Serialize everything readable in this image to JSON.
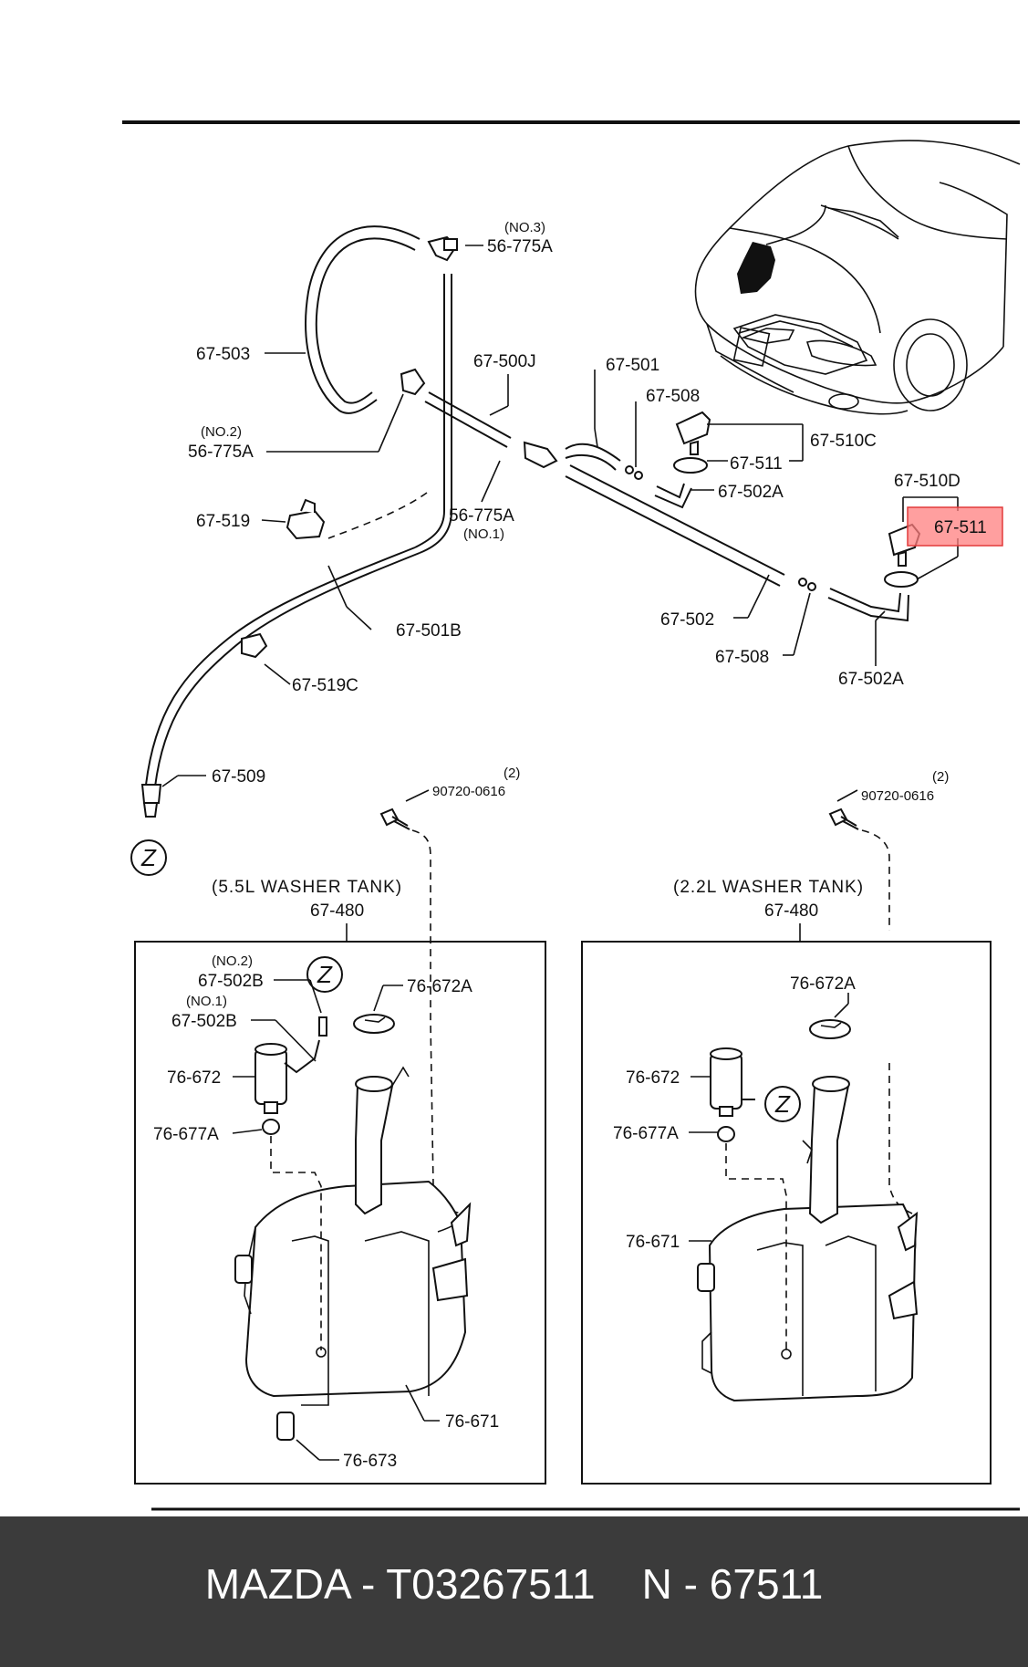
{
  "diagram": {
    "labels": {
      "no3": "(NO.3)",
      "p56_775A_top": "56-775A",
      "p67_503": "67-503",
      "p67_500J": "67-500J",
      "p67_501": "67-501",
      "p67_508_top": "67-508",
      "p67_510C": "67-510C",
      "p67_511_mid": "67-511",
      "p67_502A_top": "67-502A",
      "no2": "(NO.2)",
      "p56_775A_left": "56-775A",
      "p56_775A_mid": "56-775A",
      "no1": "(NO.1)",
      "p67_519": "67-519",
      "p67_501B": "67-501B",
      "p67_519C": "67-519C",
      "p67_510D": "67-510D",
      "p67_511_hl": "67-511",
      "p67_502": "67-502",
      "p67_508_bot": "67-508",
      "p67_502A_bot": "67-502A",
      "p67_509": "67-509",
      "z_main": "Z",
      "qty_left": "(2)",
      "bolt_left": "90720-0616",
      "qty_right": "(2)",
      "bolt_right": "90720-0616",
      "tank55_title": "(5.5L WASHER TANK)",
      "tank55_num": "67-480",
      "tank22_title": "(2.2L WASHER TANK)",
      "tank22_num": "67-480",
      "l_no2": "(NO.2)",
      "l_67_502B_a": "67-502B",
      "l_no1": "(NO.1)",
      "l_67_502B_b": "67-502B",
      "l_z": "Z",
      "l_76_672A": "76-672A",
      "l_76_672": "76-672",
      "l_76_677A": "76-677A",
      "l_76_671": "76-671",
      "l_76_673": "76-673",
      "r_76_672A": "76-672A",
      "r_76_672": "76-672",
      "r_z": "Z",
      "r_76_677A": "76-677A",
      "r_76_671": "76-671"
    }
  },
  "footer": {
    "text": "MAZDA - T03267511    N - 67511"
  },
  "colors": {
    "highlight": "#ff7f7f",
    "footer_bg": "#3b3b3b",
    "footer_text": "#ffffff"
  }
}
